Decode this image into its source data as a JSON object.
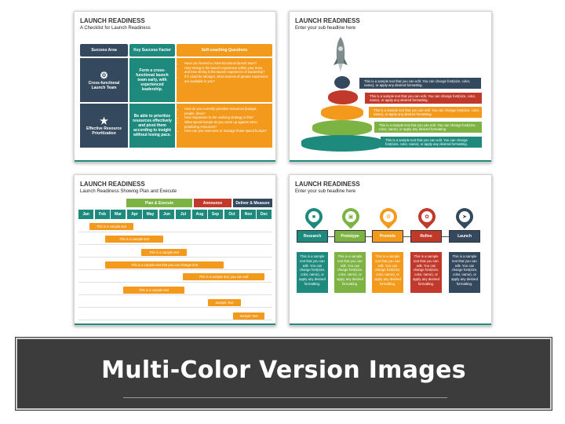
{
  "slide1": {
    "title": "LAUNCH READINESS",
    "subtitle": "A Checklist for Launch Readiness",
    "headers": [
      "Success Area",
      "Key Success Factor",
      "Self-coaching Questions"
    ],
    "rows": [
      {
        "area": "Cross-functional Launch Team",
        "factor": "Form a cross-functional launch team early, with experienced leadership.",
        "questions": [
          "Have you formed a cross-functional launch team?",
          "How strong is the launch experience within your team, and how strong is the launch experience of leadership?",
          "If it could be stronger, what sources of greater experience are available to you?"
        ]
      },
      {
        "area": "Effective Resource Prioritization",
        "factor": "Be able to prioritize resources effectively and pivot them according to insight without losing pace.",
        "questions": [
          "How do you currently prioritize resources (budget, people, time)?",
          "How responsive to the evolving strategy is this?",
          "What speed bumps do you come up against when prioritizing resources?",
          "How can you overcome or manage those speed bumps?"
        ]
      }
    ]
  },
  "slide2": {
    "title": "LAUNCH READINESS",
    "subtitle": "Enter your sub headline here",
    "banners": [
      "This is a sample text that you can edit. You can change font(size, color, name), or apply any desired formatting.",
      "This is a sample text that you can edit. You can change font(size, color, name), or apply any desired formatting.",
      "This is a sample text that you can edit. You can change font(size, color, name), or apply any desired formatting.",
      "This is a sample text that you can edit. You can change font(size, color, name), or apply any desired formatting.",
      "This is a sample text that you can edit. You can change font(size, color, name), or apply any desired formatting."
    ]
  },
  "slide3": {
    "title": "LAUNCH READINESS",
    "subtitle": "Launch Readiness Showing Plan and Execute",
    "phases": [
      "Plan & Execute",
      "Announce",
      "Deliver & Measure"
    ],
    "months": [
      "Jan",
      "Feb",
      "Mar",
      "Apr",
      "May",
      "Jun",
      "Jul",
      "Aug",
      "Sep",
      "Oct",
      "Nov",
      "Dec"
    ],
    "tasks": [
      "This is a sample text",
      "This is a sample text",
      "This is a sample text",
      "This is a sample text that you can change font",
      "This is a sample text, you can edit",
      "This is a sample text",
      "Sample Text",
      "Sample Text"
    ]
  },
  "slide4": {
    "title": "LAUNCH READINESS",
    "subtitle": "Enter your sub headline here",
    "steps": [
      {
        "label": "Research",
        "text": "This is a sample text that you can edit. You can change font(size, color, name), or apply any desired formatting."
      },
      {
        "label": "Prototype",
        "text": "This is a sample text that you can edit. You can change font(size, color, name), or apply any desired formatting."
      },
      {
        "label": "Promote",
        "text": "This is a sample text that you can edit. You can change font(size, color, name), or apply any desired formatting."
      },
      {
        "label": "Refine",
        "text": "This is a sample text that you can edit. You can change font(size, color, name), or apply any desired formatting."
      },
      {
        "label": "Launch",
        "text": "This is a sample text that you can edit. You can change font(size, color, name), or apply any desired formatting."
      }
    ]
  },
  "footer": {
    "title": "Multi-Color Version Images"
  },
  "colors": {
    "navy": "#34495e",
    "teal": "#1e8a7e",
    "green": "#7cb342",
    "orange": "#f39a1c",
    "red": "#c0392b"
  }
}
